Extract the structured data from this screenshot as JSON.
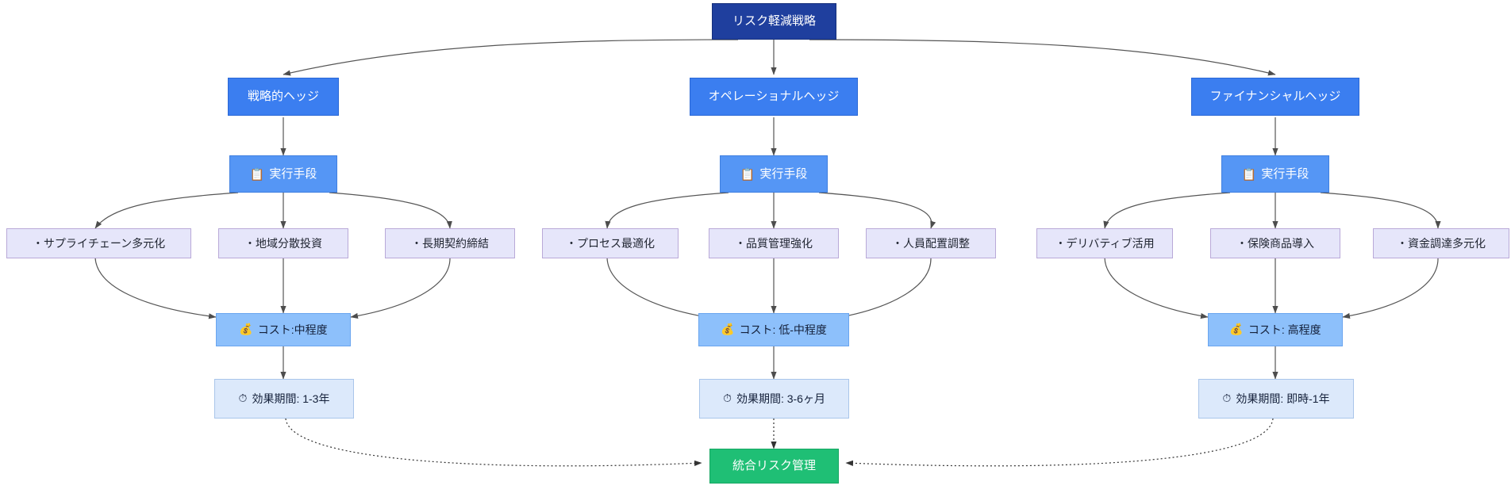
{
  "diagram": {
    "type": "flowchart",
    "title_node": "リスク軽減戦略",
    "colors": {
      "root": "#1f3f9e",
      "category": "#3b7ef0",
      "means": "#5596f5",
      "leaf": "#e6e6fa",
      "cost": "#8dc0fb",
      "duration": "#dce9fb",
      "integrated": "#1fbf75",
      "edge": "#555555",
      "background": "#ffffff"
    }
  },
  "root": {
    "label": "リスク軽減戦略"
  },
  "branches": [
    {
      "id": "strategic",
      "category": "戦略的ヘッジ",
      "means": {
        "icon": "clipboard-icon",
        "icon_glyph": "📋",
        "label": "実行手段"
      },
      "items": [
        "・サプライチェーン多元化",
        "・地域分散投資",
        "・長期契約締結"
      ],
      "cost": {
        "icon": "money-bag-icon",
        "icon_glyph": "💰",
        "label": "コスト:中程度"
      },
      "duration": {
        "icon": "stopwatch-icon",
        "icon_glyph": "⏱",
        "label": "効果期間: 1-3年"
      }
    },
    {
      "id": "operational",
      "category": "オペレーショナルヘッジ",
      "means": {
        "icon": "clipboard-icon",
        "icon_glyph": "📋",
        "label": "実行手段"
      },
      "items": [
        "・プロセス最適化",
        "・品質管理強化",
        "・人員配置調整"
      ],
      "cost": {
        "icon": "money-bag-icon",
        "icon_glyph": "💰",
        "label": "コスト: 低-中程度"
      },
      "duration": {
        "icon": "stopwatch-icon",
        "icon_glyph": "⏱",
        "label": "効果期間: 3-6ヶ月"
      }
    },
    {
      "id": "financial",
      "category": "ファイナンシャルヘッジ",
      "means": {
        "icon": "clipboard-icon",
        "icon_glyph": "📋",
        "label": "実行手段"
      },
      "items": [
        "・デリバティブ活用",
        "・保険商品導入",
        "・資金調達多元化"
      ],
      "cost": {
        "icon": "money-bag-icon",
        "icon_glyph": "💰",
        "label": "コスト: 高程度"
      },
      "duration": {
        "icon": "stopwatch-icon",
        "icon_glyph": "⏱",
        "label": "効果期間: 即時-1年"
      }
    }
  ],
  "integrated": {
    "label": "統合リスク管理"
  }
}
